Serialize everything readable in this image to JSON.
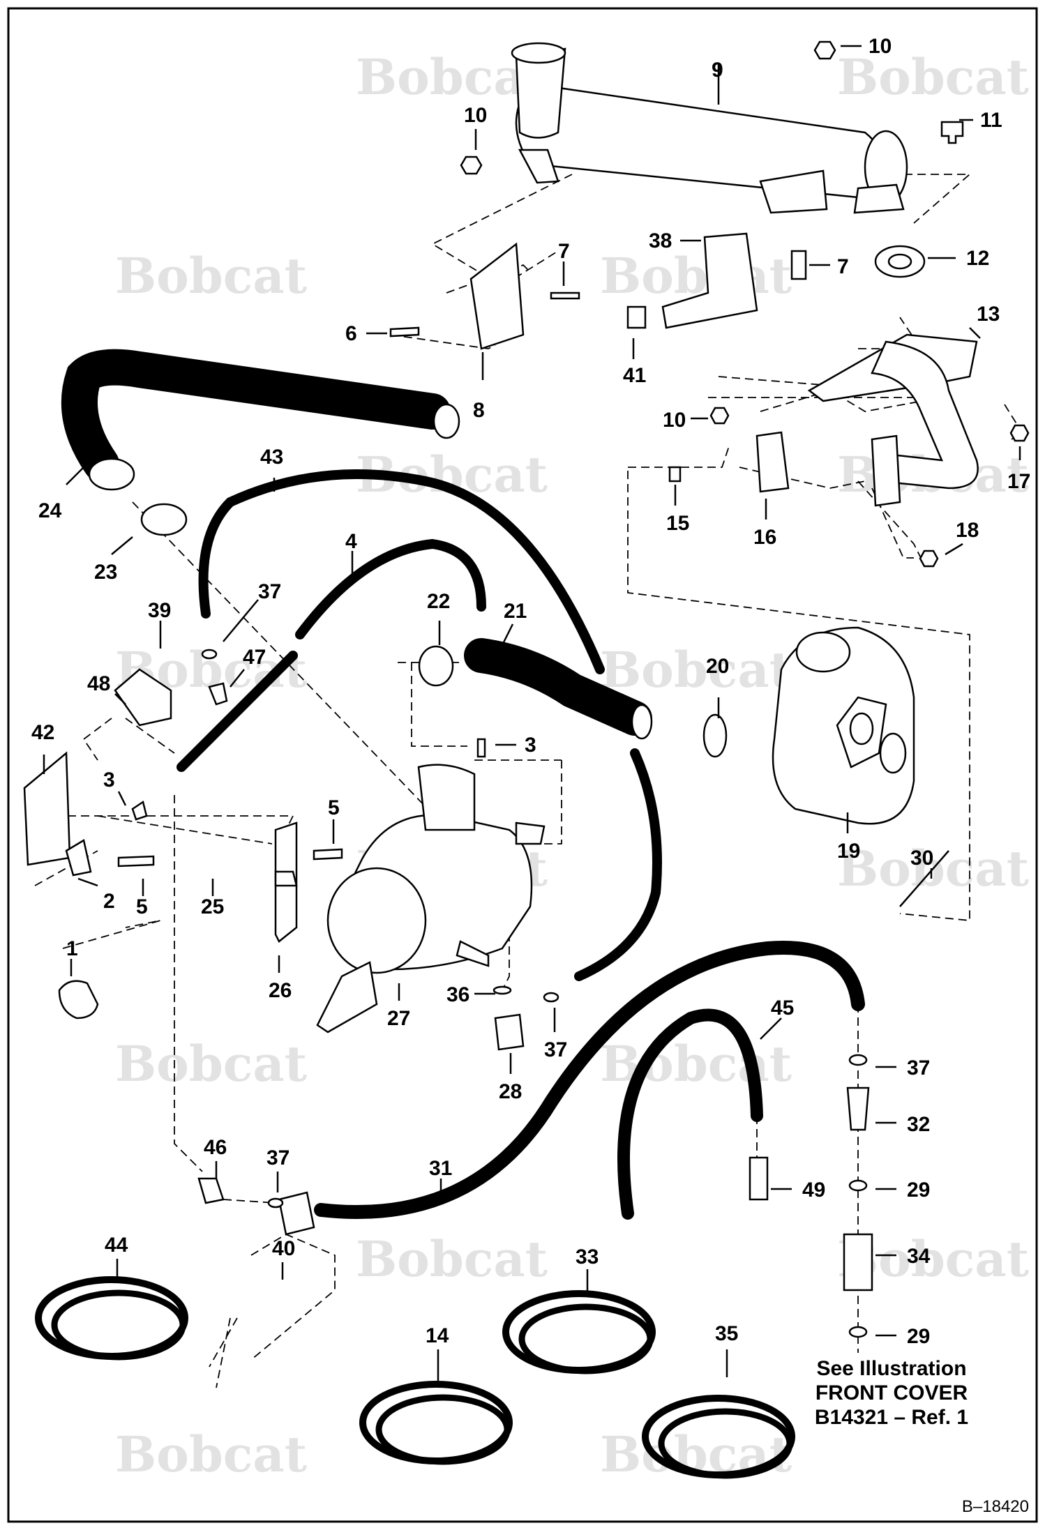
{
  "figure_id": "B–18420",
  "watermark": "Bobcat",
  "note": {
    "line1": "See Illustration",
    "line2": "FRONT COVER",
    "line3": "B14321 – Ref. 1"
  },
  "callouts": [
    "1",
    "2",
    "3",
    "4",
    "5",
    "6",
    "7",
    "8",
    "9",
    "10",
    "11",
    "12",
    "13",
    "14",
    "15",
    "16",
    "17",
    "18",
    "19",
    "20",
    "21",
    "22",
    "23",
    "24",
    "25",
    "26",
    "27",
    "28",
    "29",
    "30",
    "31",
    "32",
    "33",
    "34",
    "35",
    "36",
    "37",
    "38",
    "39",
    "40",
    "41",
    "42",
    "43",
    "44",
    "45",
    "46",
    "47",
    "48",
    "49"
  ]
}
